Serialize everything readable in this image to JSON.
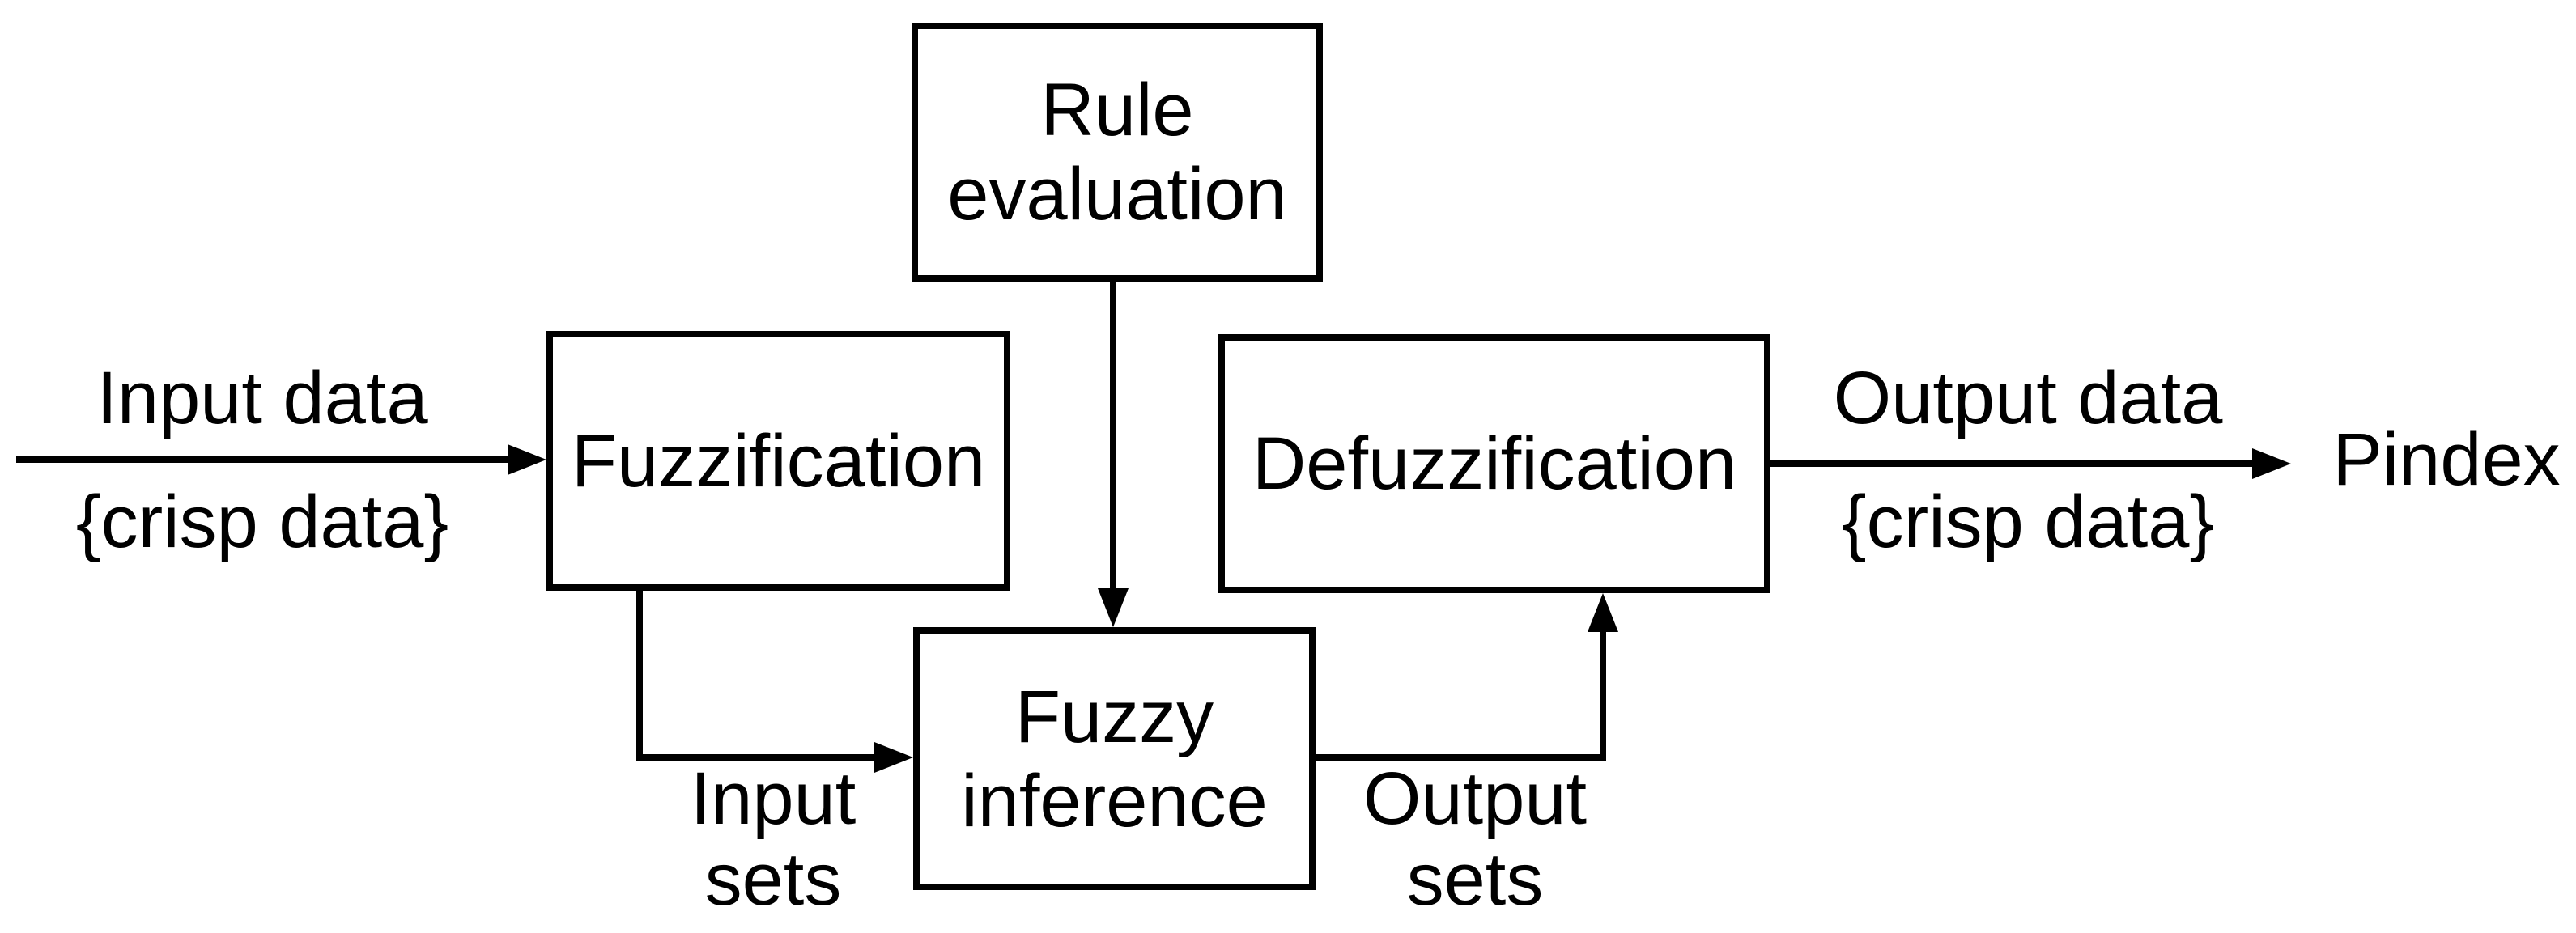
{
  "colors": {
    "ink": "#000000",
    "background": "#ffffff"
  },
  "boxes": {
    "rule_evaluation": {
      "line1": "Rule",
      "line2": "evaluation"
    },
    "fuzzification": {
      "label": "Fuzzification"
    },
    "defuzzification": {
      "label": "Defuzzification"
    },
    "fuzzy_inference": {
      "line1": "Fuzzy",
      "line2": "inference"
    }
  },
  "labels": {
    "input_data": "Input data",
    "input_crisp": "{crisp data}",
    "input_sets_line1": "Input",
    "input_sets_line2": "sets",
    "output_sets_line1": "Output",
    "output_sets_line2": "sets",
    "output_data": "Output data",
    "output_crisp": "{crisp data}",
    "pindex": "Pindex"
  }
}
